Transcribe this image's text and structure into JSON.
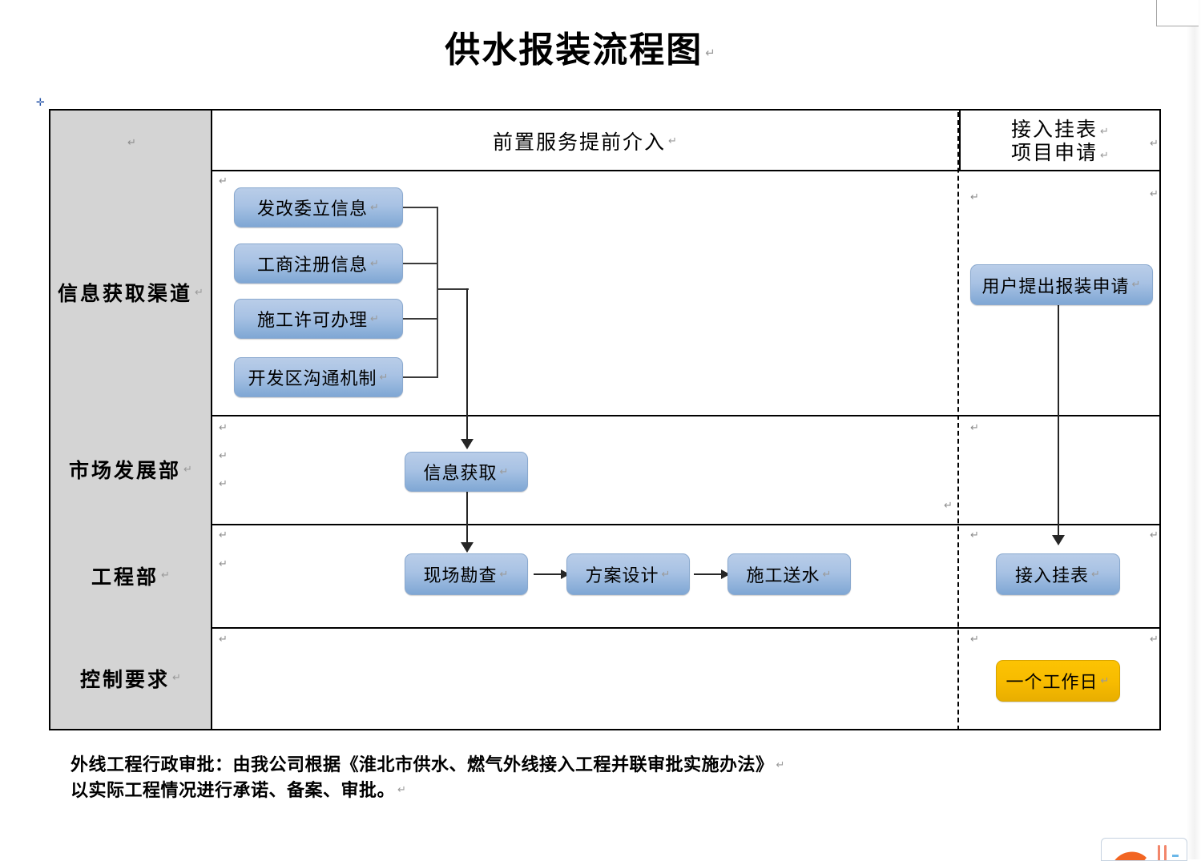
{
  "document": {
    "title": "供水报装流程图",
    "pilcrow": "↵"
  },
  "table": {
    "header": {
      "left_label": "",
      "middle_label": "前置服务提前介入",
      "right_label_line1": "接入挂表",
      "right_label_line2": "项目申请"
    },
    "rows": [
      {
        "label": "信息获取渠道"
      },
      {
        "label": "市场发展部"
      },
      {
        "label": "工程部"
      },
      {
        "label": "控制要求"
      }
    ]
  },
  "flow": {
    "sources": [
      {
        "label": "发改委立信息"
      },
      {
        "label": "工商注册信息"
      },
      {
        "label": "施工许可办理"
      },
      {
        "label": "开发区沟通机制"
      }
    ],
    "market": {
      "label": "信息获取"
    },
    "engineering": [
      {
        "label": "现场勘查"
      },
      {
        "label": "方案设计"
      },
      {
        "label": "施工送水"
      }
    ],
    "application": {
      "label": "用户提出报装申请"
    },
    "connection": {
      "label": "接入挂表"
    },
    "control": {
      "label": "一个工作日"
    }
  },
  "footnote": {
    "line1": "外线工程行政审批：由我公司根据《淮北市供水、燃气外线接入工程并联审批实施办法》",
    "line2": "以实际工程情况进行承诺、备案、审批。"
  },
  "colors": {
    "box_blue_light": "#b9cde8",
    "box_blue_dark": "#7fa7d4",
    "box_gold": "#f7bb00",
    "header_gray": "#d4d4d4",
    "line": "#262626"
  }
}
